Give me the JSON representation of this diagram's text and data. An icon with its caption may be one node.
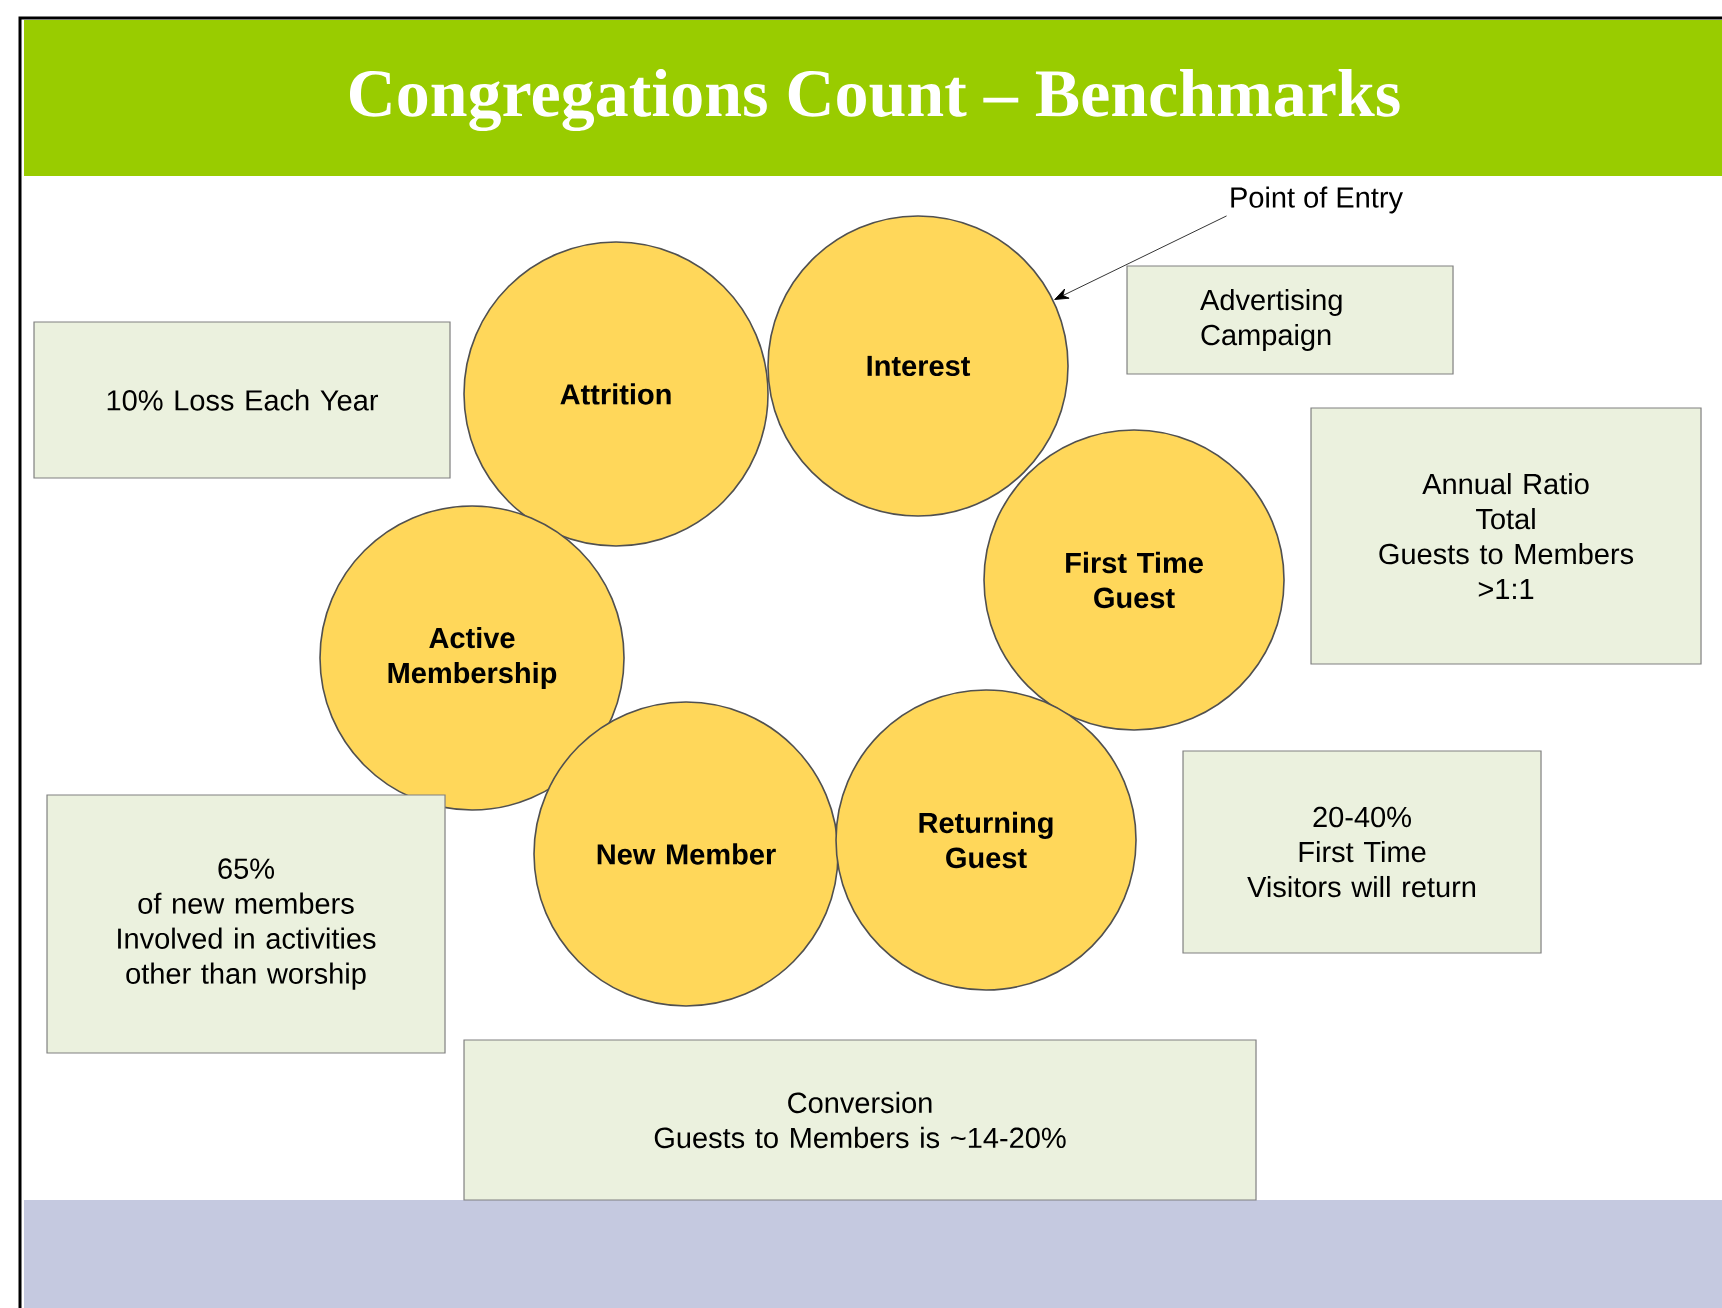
{
  "diagram": {
    "title": "Congregations Count – Benchmarks",
    "nodes": [
      {
        "text": [
          "Point of Entry"
        ]
      },
      {
        "text": [
          "Attrition"
        ]
      },
      {
        "text": [
          "Interest"
        ]
      },
      {
        "text": [
          "Advertising Campaign"
        ]
      },
      {
        "text": [
          "10% Loss Each Year"
        ]
      },
      {
        "text": [
          "Annual Ratio",
          "Total",
          "Guests to Members",
          ">1:1"
        ]
      },
      {
        "text": [
          "First Time Guest"
        ]
      },
      {
        "text": [
          "Active Membership"
        ]
      },
      {
        "text": [
          "20-40%",
          "First Time",
          "Visitors will return"
        ]
      },
      {
        "text": [
          "65%",
          "of new members",
          "Involved in activities",
          "other than worship"
        ]
      },
      {
        "text": [
          "New Member"
        ]
      },
      {
        "text": [
          "Returning Guest"
        ]
      },
      {
        "text": [
          "Conversion",
          "Guests to Members is ~14-20%"
        ]
      }
    ],
    "edges": [
      {
        "from": 0,
        "to": 2,
        "arrow": "to"
      }
    ]
  }
}
